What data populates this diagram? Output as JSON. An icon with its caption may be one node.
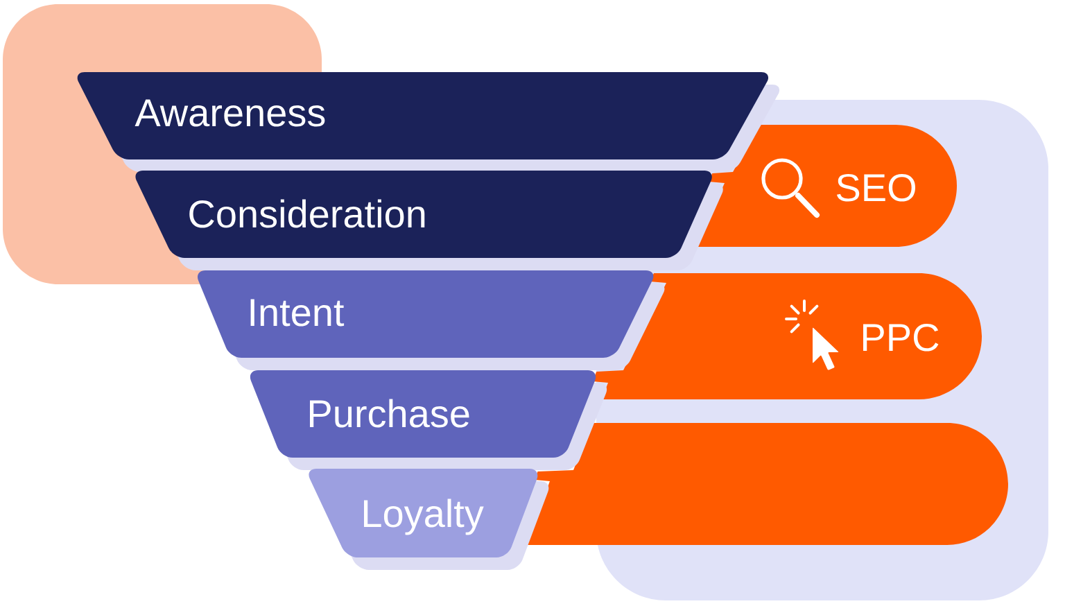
{
  "diagram": {
    "nodes": [
      {
        "text": [
          "Awareness"
        ]
      },
      {
        "text": [
          "Consideration"
        ]
      },
      {
        "text": [
          "Intent"
        ]
      },
      {
        "text": [
          "Purchase"
        ]
      },
      {
        "text": [
          "Loyalty"
        ]
      },
      {
        "text": [
          "SEO"
        ]
      },
      {
        "text": [
          "PPC"
        ]
      },
      {
        "text": [],
        "shape": "pill"
      }
    ]
  }
}
